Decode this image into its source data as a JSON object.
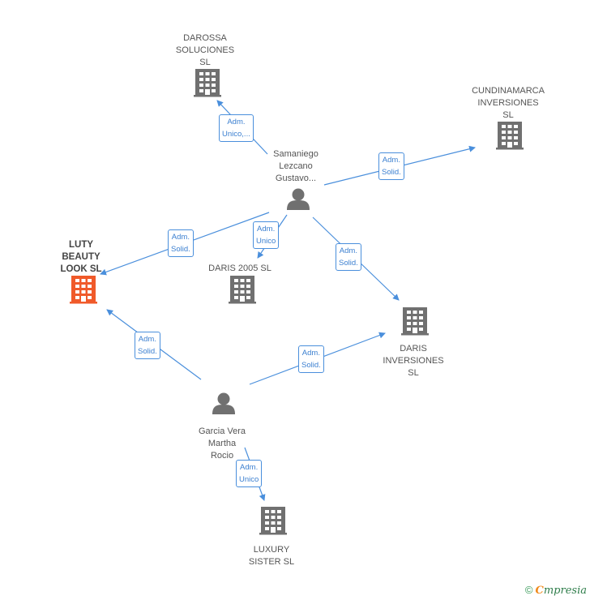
{
  "colors": {
    "edge": "#4a8fdc",
    "building": "#707070",
    "building_main": "#f05a2a",
    "person": "#707070"
  },
  "nodes": [
    {
      "id": "darossa",
      "kind": "company",
      "lines": [
        "DAROSSA",
        "SOLUCIONES",
        "SL"
      ]
    },
    {
      "id": "cundinamarca",
      "kind": "company",
      "lines": [
        "CUNDINAMARCA",
        "INVERSIONES",
        "SL"
      ]
    },
    {
      "id": "samaniego",
      "kind": "person",
      "lines": [
        "Samaniego",
        "Lezcano",
        "Gustavo..."
      ]
    },
    {
      "id": "luty",
      "kind": "company",
      "main": true,
      "lines": [
        "LUTY",
        "BEAUTY",
        "LOOK  SL"
      ]
    },
    {
      "id": "daris2005",
      "kind": "company",
      "lines": [
        "DARIS 2005 SL"
      ]
    },
    {
      "id": "darisinv",
      "kind": "company",
      "lines": [
        "DARIS",
        "INVERSIONES",
        "SL"
      ]
    },
    {
      "id": "garcia",
      "kind": "person",
      "lines": [
        "Garcia Vera",
        "Martha",
        "Rocio"
      ]
    },
    {
      "id": "luxury",
      "kind": "company",
      "lines": [
        "LUXURY",
        "SISTER  SL"
      ]
    }
  ],
  "edges": [
    {
      "id": "e1",
      "from": "samaniego",
      "to": "darossa",
      "label": [
        "Adm.",
        "Unico,..."
      ]
    },
    {
      "id": "e2",
      "from": "samaniego",
      "to": "cundinamarca",
      "label": [
        "Adm.",
        "Solid."
      ]
    },
    {
      "id": "e3",
      "from": "samaniego",
      "to": "luty",
      "label": [
        "Adm.",
        "Solid."
      ]
    },
    {
      "id": "e4",
      "from": "samaniego",
      "to": "daris2005",
      "label": [
        "Adm.",
        "Unico"
      ]
    },
    {
      "id": "e5",
      "from": "samaniego",
      "to": "darisinv",
      "label": [
        "Adm.",
        "Solid."
      ]
    },
    {
      "id": "e6",
      "from": "garcia",
      "to": "luty",
      "label": [
        "Adm.",
        "Solid."
      ]
    },
    {
      "id": "e7",
      "from": "garcia",
      "to": "darisinv",
      "label": [
        "Adm.",
        "Solid."
      ]
    },
    {
      "id": "e8",
      "from": "garcia",
      "to": "luxury",
      "label": [
        "Adm.",
        "Unico"
      ]
    }
  ],
  "footer": {
    "copyright": "©",
    "brand_first": "C",
    "brand_rest": "mpresia"
  }
}
